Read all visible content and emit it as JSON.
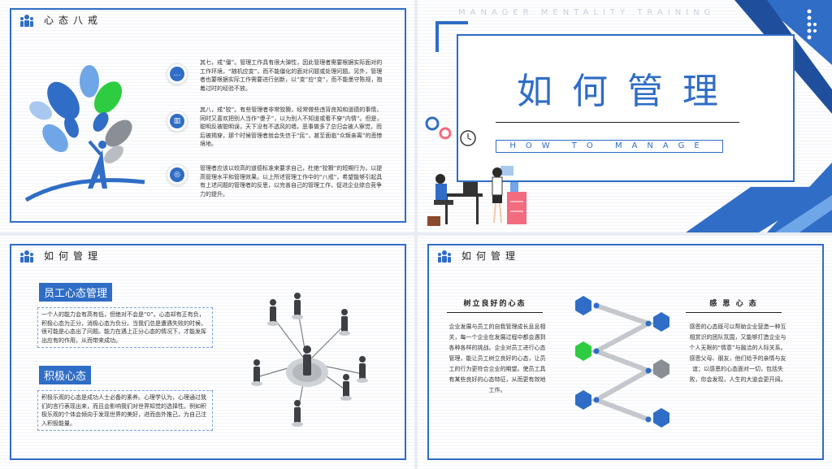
{
  "slide1": {
    "title": "心态八戒",
    "para1": "其七，戒“僵”。管理工作具有很大弹性，因此管理者需要根据实际面对的工作环境，“随机应变”，而不能僵化的面对问题或处理问题。另外，管理者也要根据实际工作需要进行创新，以“变”应“变”，而不能墨守陈规，抱着过时的经验不放。",
    "para2": "其八，戒“狡”。有些管理者非常狡猾，经常做些违背良知和道德的事情，同时又喜欢把别人当作“傻子”，以为别人不知道或看不穿“内情”。但是，聪明反被聪明误，天下没有不透风的墙，恶事做多了总归会被人察觉，而后被揭穿，那个时候管理者就会失信于“民”，甚至面临“众叛亲离”的悲惨境地。",
    "para3": "管理者应该以较高的道德标准来要求自己，杜绝“狡猾”的短期行为，以提高管理水平和管理效果。以上所述管理工作中的“八戒”，希望能够引起具有上述问题的管理者的反思，以完善自己的管理工作，促进企业综合竞争力的提升。"
  },
  "slide2": {
    "watermark": "MANAGER MENTALITY TRAINING",
    "title": "如何管理",
    "subtitle": "HOW TO MANAGE"
  },
  "slide3": {
    "title": "如何管理",
    "box1_title": "员工心态管理",
    "box1_text": "一个人的能力会有高有低，但绝对不会是“0”。心态却有正有负，积极心态为正分，消极心态为负分。当我们总是遭遇失败的时候，很可能是心态出了问题。能力在遇上正分心态的情况下，才能发挥出应有的作用，从而带来成功。",
    "box2_title": "积极心态",
    "box2_text": "积极乐观的心态是成功人士必备的素养。心理学认为，心理通过我们的言行表现出来，而且会影响我们对世界知觉的选择性。例如积极乐观的个体会倾向于发现世界的美好，进而由外推己，为自己注入积极能量。"
  },
  "slide4": {
    "title": "如何管理",
    "left_title": "树立良好的心态",
    "left_text": "企业发展与员工的自我管理成长息息相关，每一个企业在发展过程中都会遇到各种各样的挑战。企业对员工进行心态管理，能让员工树立良好的心态，让员工的行为更符合企业的期望。使员工具有某些良好的心态特征，从而更有效地工作。",
    "right_title": "感 恩 心 态",
    "right_text": "感恩的心态既可以帮助企业营造一种互相赏识的团队氛围，又能够打造企业与个人无限的“情意”与融洽的人际关系。感恩父母、朋友，他们给予的亲情与友谊；以感恩的心态面对一切，包括失败，你会发现，人生的大道会更开阔。"
  },
  "colors": {
    "primary": "#2f6dc6",
    "green": "#2ecc40",
    "grey": "#8a8f96",
    "light": "#6fa6e8"
  }
}
